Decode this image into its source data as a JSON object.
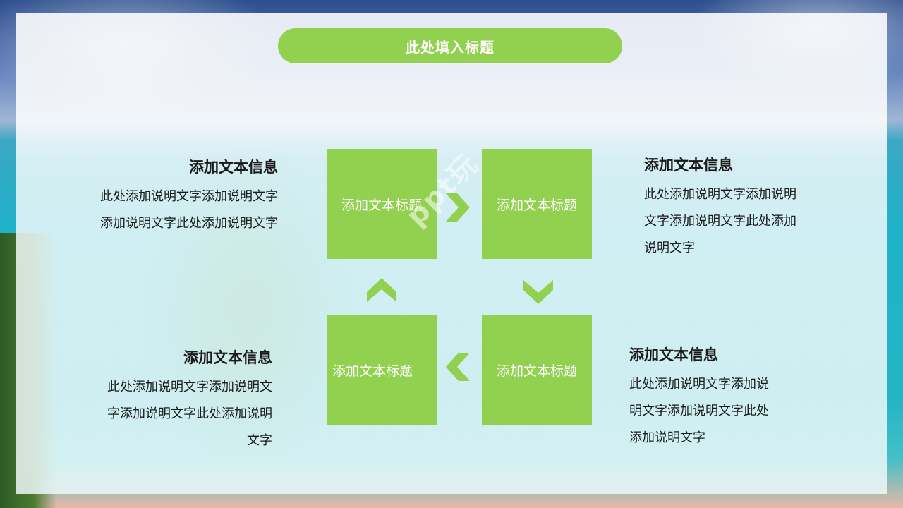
{
  "title": "此处填入标题",
  "boxes": {
    "top_left": "添加文本标题",
    "top_right": "添加文本标题",
    "bottom_left": "添加文本标题",
    "bottom_right": "添加文本标题"
  },
  "info_blocks": {
    "top_left": {
      "heading": "添加文本信息",
      "lines": [
        "此处添加说明文字添加说明文字",
        "添加说明文字此处添加说明文字"
      ]
    },
    "top_right": {
      "heading": "添加文本信息",
      "lines": [
        "此处添加说明文字添加说明",
        "文字添加说明文字此处添加",
        "说明文字"
      ]
    },
    "bottom_left": {
      "heading": "添加文本信息",
      "lines": [
        "此处添加说明文字添加说明文",
        "字添加说明文字此处添加说明",
        "文字"
      ]
    },
    "bottom_right": {
      "heading": "添加文本信息",
      "lines": [
        "此处添加说明文字添加说",
        "明文字添加说明文字此处",
        "添加说明文字"
      ]
    }
  },
  "watermark": "ppt玩",
  "colors": {
    "accent_green": "#92d050",
    "text_dark": "#1a1a1a"
  }
}
